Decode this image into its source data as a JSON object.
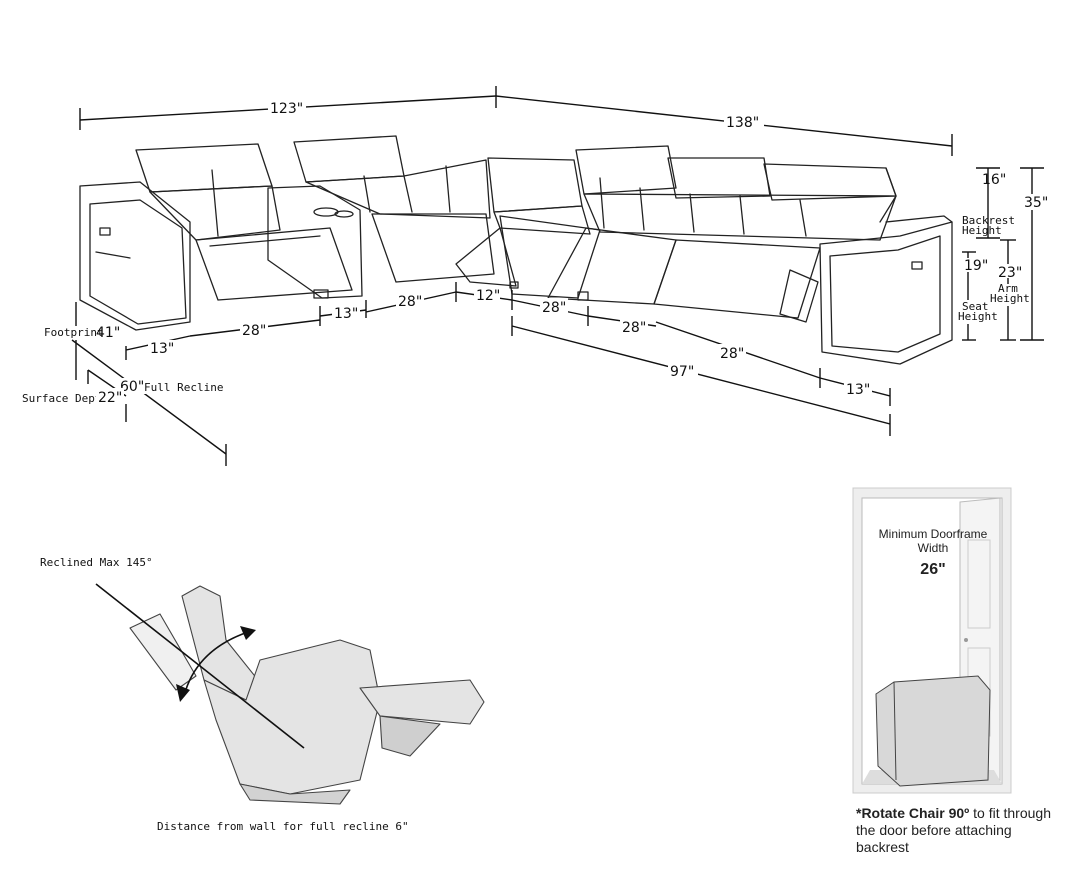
{
  "dimensions": {
    "width_left": "123\"",
    "width_right": "138\"",
    "backrest_height_value": "16\"",
    "backrest_height_label": "Backrest Height",
    "overall_height": "35\"",
    "seat_height_value": "19\"",
    "seat_height_label": "Seat Height",
    "arm_height_value": "23\"",
    "arm_height_label": "Arm Height",
    "footprint_label": "Footprint",
    "footprint_value": "41\"",
    "full_recline_value": "60\"",
    "full_recline_label": "Full Recline",
    "surface_depth_label": "Surface Depth",
    "surface_depth_value": "22\"",
    "left_arm": "13\"",
    "left_seat": "28\"",
    "console": "13\"",
    "corner_seat_left": "28\"",
    "corner_wedge": "12\"",
    "right_seat_1": "28\"",
    "right_seat_2": "28\"",
    "right_seat_3": "28\"",
    "right_total": "97\"",
    "right_arm": "13\""
  },
  "recline": {
    "title": "Reclined Max 145°",
    "note": "Distance from wall for full recline 6\""
  },
  "door": {
    "title": "Minimum Doorframe Width",
    "value": "26\"",
    "note_strong": "*Rotate Chair 90º",
    "note_rest": " to fit through the door before attaching backrest"
  }
}
